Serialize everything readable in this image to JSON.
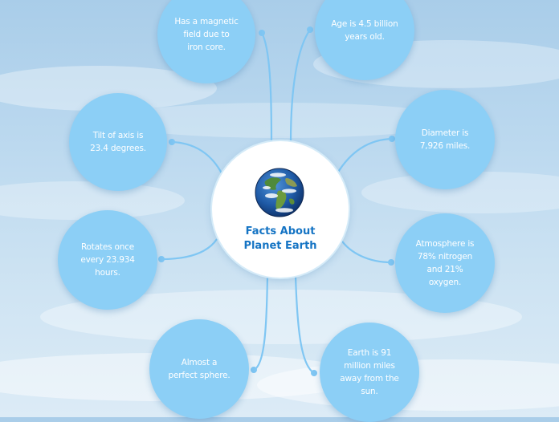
{
  "central_topic": {
    "title": "Facts About\nPlanet Earth",
    "image": "earth-globe-icon"
  },
  "colors": {
    "bubble": "#8ccff6",
    "connector": "#7fc6f3",
    "title": "#1574c4",
    "center_fill": "#ffffff"
  },
  "facts": [
    {
      "text": "Has a magnetic\nfield due to\niron core."
    },
    {
      "text": "Age is 4.5 billion\nyears old."
    },
    {
      "text": "Tilt of axis is\n23.4 degrees."
    },
    {
      "text": "Diameter is\n7,926 miles."
    },
    {
      "text": "Rotates once\nevery 23.934\nhours."
    },
    {
      "text": "Atmosphere is\n78% nitrogen\nand 21% oxygen."
    },
    {
      "text": "Almost a\nperfect sphere."
    },
    {
      "text": "Earth is 91\nmillion miles\naway from the\nsun."
    }
  ]
}
